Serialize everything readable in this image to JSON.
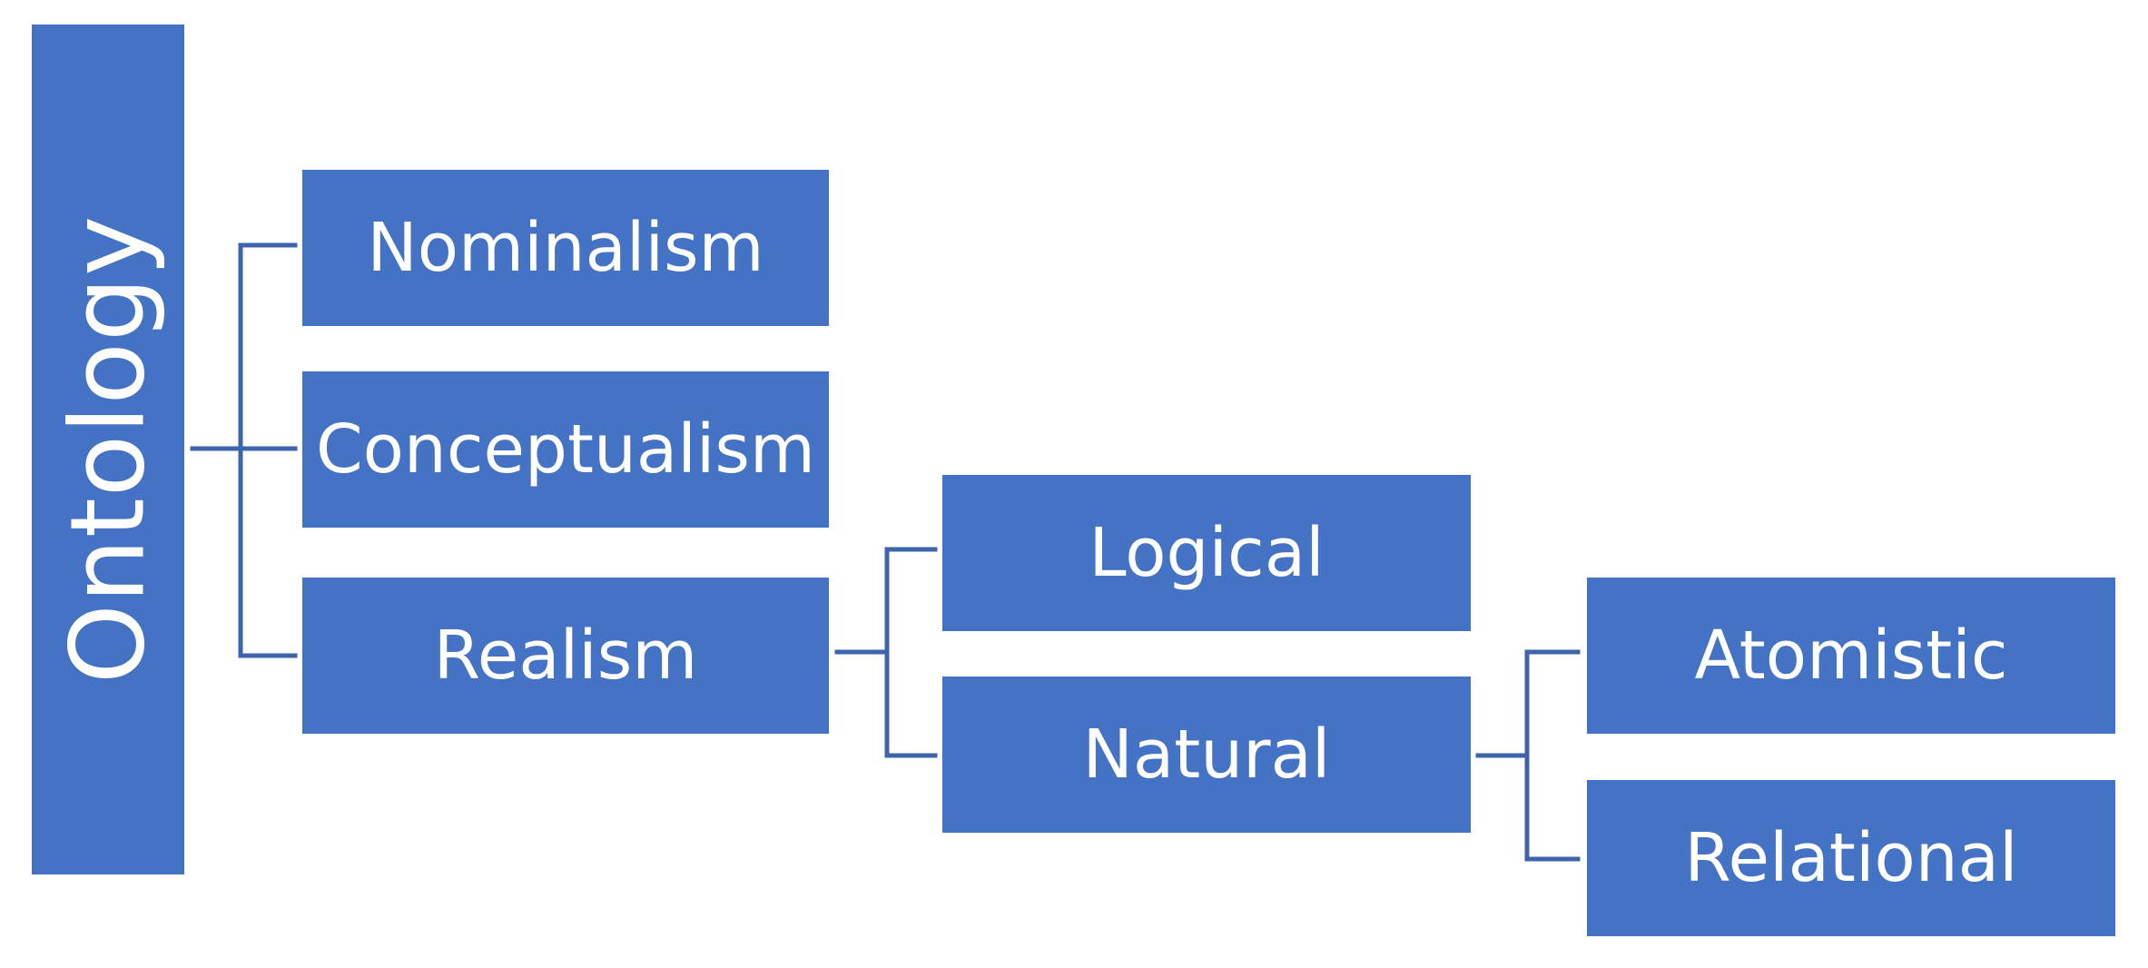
{
  "diagram": {
    "root": {
      "label": "Ontology"
    },
    "level1": [
      {
        "label": "Nominalism"
      },
      {
        "label": "Conceptualism"
      },
      {
        "label": "Realism"
      }
    ],
    "realism_children": [
      {
        "label": "Logical"
      },
      {
        "label": "Natural"
      }
    ],
    "natural_children": [
      {
        "label": "Atomistic"
      },
      {
        "label": "Relational"
      }
    ],
    "colors": {
      "node_fill": "#4472C4",
      "node_text": "#FFFFFF",
      "connector": "#3E65AB",
      "background": "#FFFFFF"
    }
  }
}
